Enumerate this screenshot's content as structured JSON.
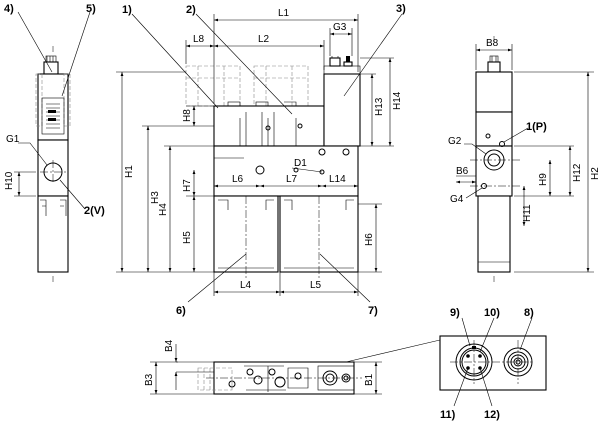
{
  "callouts": {
    "c1": "1)",
    "c2": "2)",
    "c3": "3)",
    "c4": "4)",
    "c5": "5)",
    "c6": "6)",
    "c7": "7)",
    "c8": "8)",
    "c9": "9)",
    "c10": "10)",
    "c11": "11)",
    "c12": "12)",
    "port_p": "1(P)",
    "port_v": "2(V)"
  },
  "dims": {
    "L1": "L1",
    "L2": "L2",
    "L4": "L4",
    "L5": "L5",
    "L6": "L6",
    "L7": "L7",
    "L8": "L8",
    "L14": "L14",
    "G1": "G1",
    "G2": "G2",
    "G3": "G3",
    "G4": "G4",
    "H1": "H1",
    "H2": "H2",
    "H3": "H3",
    "H4": "H4",
    "H5": "H5",
    "H6": "H6",
    "H7": "H7",
    "H8": "H8",
    "H9": "H9",
    "H10": "H10",
    "H11": "H11",
    "H12": "H12",
    "H13": "H13",
    "H14": "H14",
    "B1": "B1",
    "B3": "B3",
    "B4": "B4",
    "B6": "B6",
    "B8": "B8",
    "D1": "D1"
  }
}
